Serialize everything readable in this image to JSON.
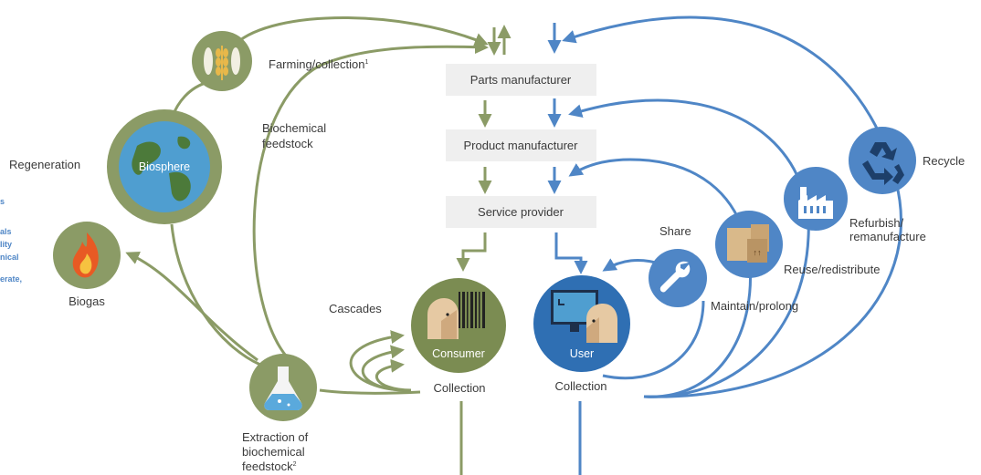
{
  "colors": {
    "green": "#8b9b66",
    "green_dark": "#7b8c52",
    "blue": "#4f86c6",
    "blue_dark": "#2f6fb3",
    "box": "#efefef",
    "text": "#3b3b3b"
  },
  "process_boxes": {
    "parts": "Parts manufacturer",
    "product": "Product manufacturer",
    "service": "Service provider"
  },
  "bio": {
    "farming": "Farming/collection",
    "farming_sup": "1",
    "biochemical_line1": "Biochemical",
    "biochemical_line2": "feedstock",
    "regeneration": "Regeneration",
    "biosphere": "Biosphere",
    "biogas": "Biogas",
    "cascades": "Cascades",
    "consumer": "Consumer",
    "collection": "Collection",
    "extraction_line1": "Extraction of",
    "extraction_line2": "biochemical",
    "extraction_line3": "feedstock",
    "extraction_sup": "2"
  },
  "tech": {
    "share": "Share",
    "maintain": "Maintain/prolong",
    "reuse": "Reuse/redistribute",
    "refurbish_line1": "Refurbish/",
    "refurbish_line2": "remanufacture",
    "recycle": "Recycle",
    "user": "User",
    "collection": "Collection"
  },
  "cut_text": {
    "line1": "s",
    "line2": "als",
    "line3": "lity",
    "line4": "nical",
    "line5": "erate,"
  },
  "icons": {
    "farming": "wheat-fish-icon",
    "biosphere": "globe-icon",
    "biogas": "flame-icon",
    "extraction": "flask-icon",
    "consumer": "barcode-person-icon",
    "user": "computer-person-icon",
    "maintain": "wrench-icon",
    "reuse": "boxes-icon",
    "refurbish": "factory-icon",
    "recycle": "recycle-icon"
  }
}
